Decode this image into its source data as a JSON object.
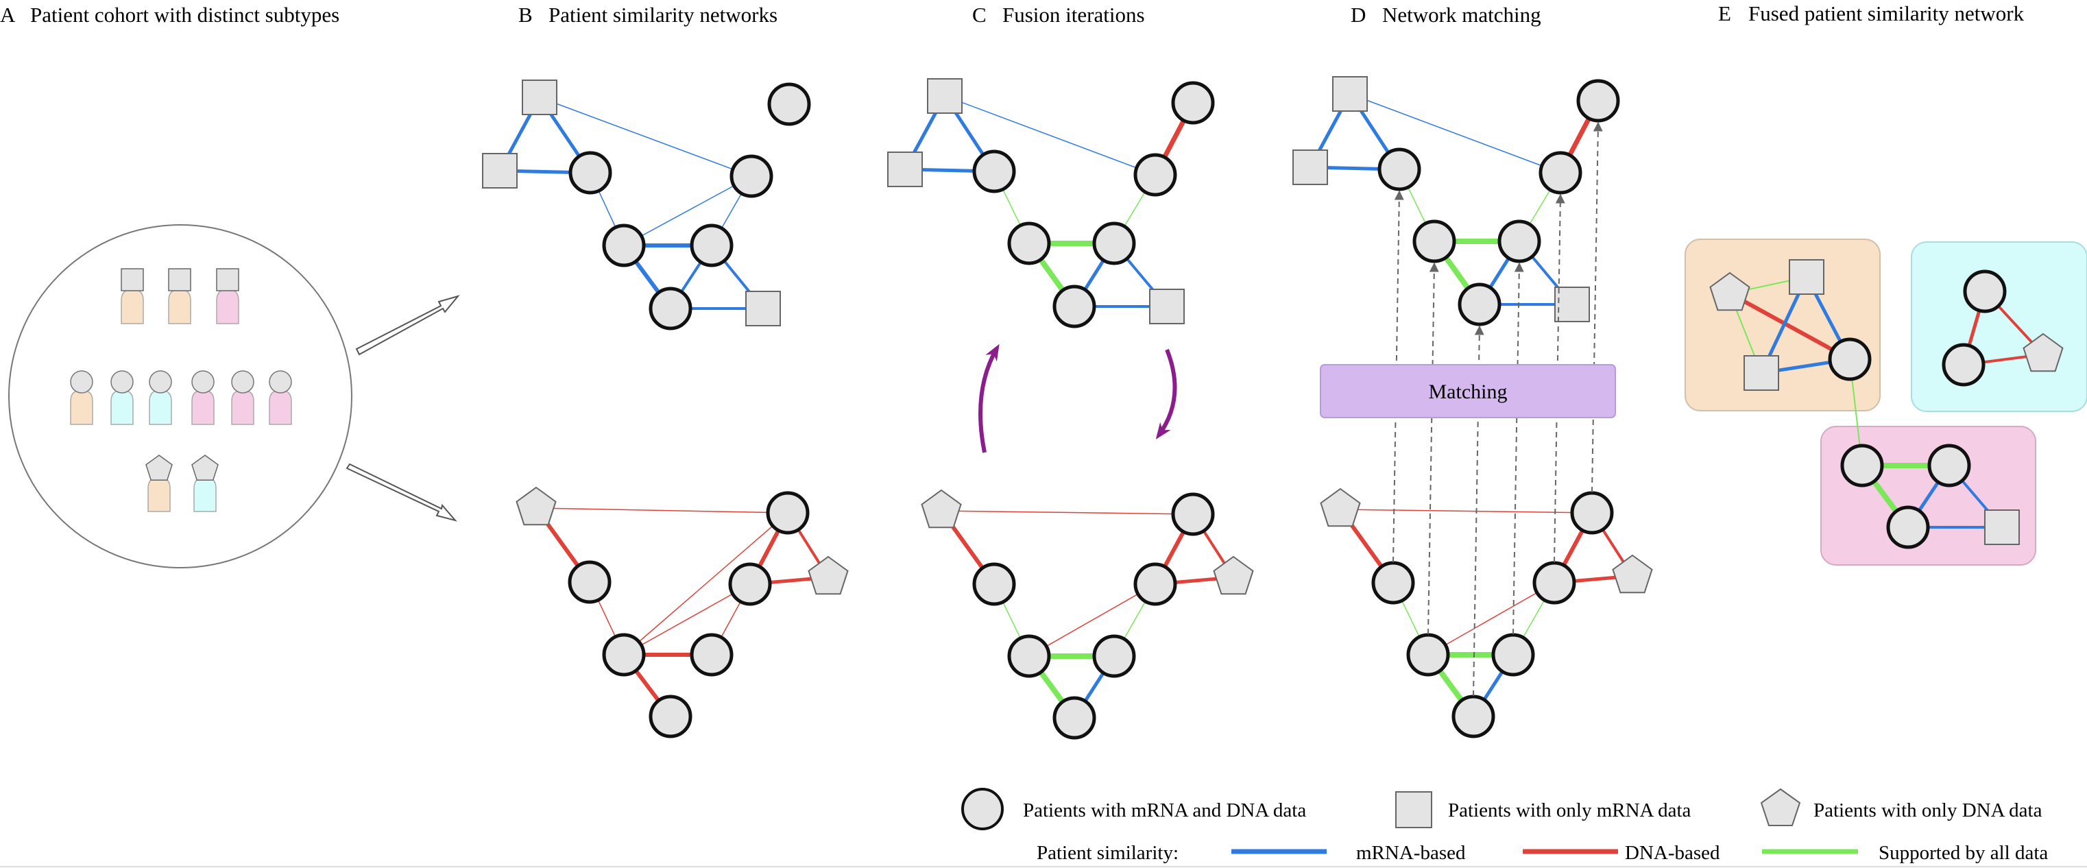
{
  "panels": {
    "A": {
      "letter": "A",
      "title": "Patient cohort with distinct subtypes"
    },
    "B": {
      "letter": "B",
      "title": "Patient similarity networks"
    },
    "C": {
      "letter": "C",
      "title": "Fusion iterations"
    },
    "D": {
      "letter": "D",
      "title": "Network matching"
    },
    "E": {
      "letter": "E",
      "title": "Fused patient similarity network"
    }
  },
  "matching_label": "Matching",
  "legend": {
    "both_data": "Patients with mRNA and DNA data",
    "mrna_only": "Patients with only mRNA data",
    "dna_only": "Patients with only DNA data",
    "similarity_label": "Patient similarity:",
    "mrna_based": "mRNA-based",
    "dna_based": "DNA-based",
    "all_data": "Supported by all data"
  },
  "colors": {
    "mrna": "#2f7be0",
    "dna": "#e0423a",
    "all": "#7ae858",
    "fusion_arrow": "#8b1d8c",
    "matching_box": "#d4b8ee",
    "node_fill": "#e4e4e4",
    "subtype_orange": "#f9e1c8",
    "subtype_cyan": "#d6fbfb",
    "subtype_pink": "#f5cde4"
  }
}
